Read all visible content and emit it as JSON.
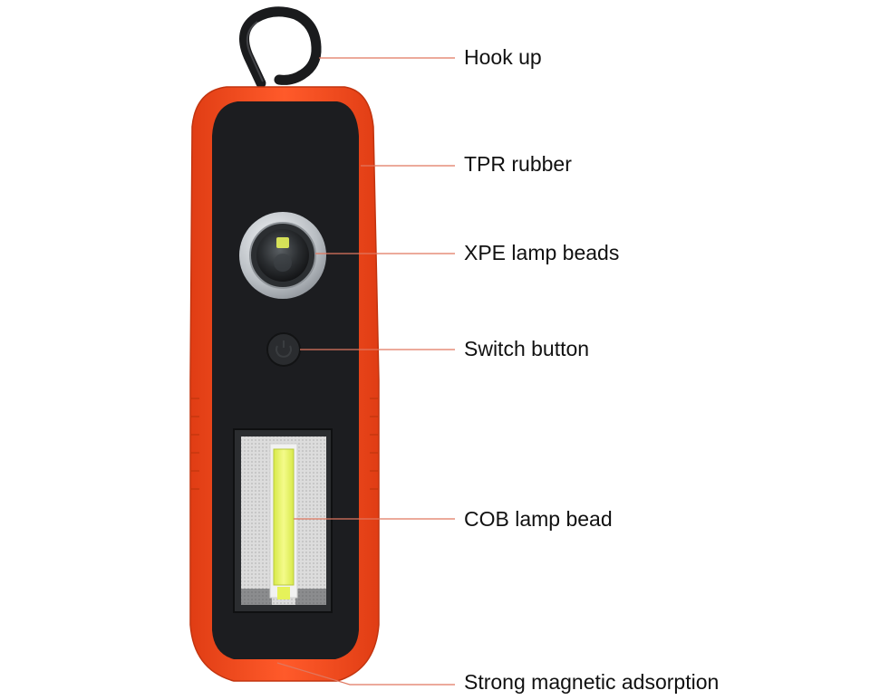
{
  "colors": {
    "leader_line": "#e0775f",
    "label_text": "#111111",
    "shell_orange": "#f24a1d",
    "body_black": "#1c1d20",
    "cob_yellow": "#e6f25a",
    "lens_silver": "#c9ced3"
  },
  "callouts": [
    {
      "id": "hook",
      "label": "Hook up"
    },
    {
      "id": "tpr",
      "label": "TPR rubber"
    },
    {
      "id": "xpe",
      "label": "XPE lamp beads"
    },
    {
      "id": "switch",
      "label": "Switch button"
    },
    {
      "id": "cob",
      "label": "COB lamp bead"
    },
    {
      "id": "magnet",
      "label": "Strong magnetic adsorption"
    }
  ],
  "icons": {
    "hook": "hook-icon",
    "switch": "power-button-icon",
    "xpe": "xpe-led-lens-icon",
    "cob": "cob-led-panel-icon"
  }
}
